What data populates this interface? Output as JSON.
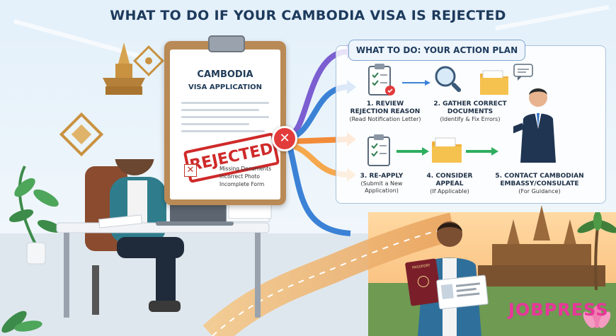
{
  "title": "WHAT TO DO IF YOUR CAMBODIA VISA IS REJECTED",
  "document": {
    "title": "CAMBODIA",
    "subtitle": "VISA APPLICATION",
    "stamp": "REJECTED",
    "reasons": [
      "Missing Documents",
      "Incorrect Photo",
      "Incomplete Form"
    ]
  },
  "passport_label": "PASSPORT",
  "action_plan": {
    "header": "WHAT TO DO: YOUR ACTION PLAN",
    "steps": [
      {
        "title_line1": "1. REVIEW",
        "title_line2": "REJECTION REASON",
        "subtitle_line1": "(Read Notification Letter)",
        "subtitle_line2": ""
      },
      {
        "title_line1": "2. GATHER CORRECT",
        "title_line2": "DOCUMENTS",
        "subtitle_line1": "(Identify & Fix Errors)",
        "subtitle_line2": ""
      },
      {
        "title_line1": "3. RE-APPLY",
        "title_line2": "",
        "subtitle_line1": "(Submit a New",
        "subtitle_line2": "Application)"
      },
      {
        "title_line1": "4. CONSIDER",
        "title_line2": "APPEAL",
        "subtitle_line1": "(If Applicable)",
        "subtitle_line2": ""
      },
      {
        "title_line1": "5. CONTACT CAMBODIAN",
        "title_line2": "EMBASSY/CONSULATE",
        "subtitle_line1": "(For Guidance)",
        "subtitle_line2": ""
      }
    ]
  },
  "logo": "JOBPRESS",
  "colors": {
    "title": "#1d3a5c",
    "stamp": "#cf2a2a",
    "path_blue": "#3b82d6",
    "path_orange": "#f28c38",
    "path_purple": "#7b5fd1",
    "check": "#e23b3b"
  }
}
